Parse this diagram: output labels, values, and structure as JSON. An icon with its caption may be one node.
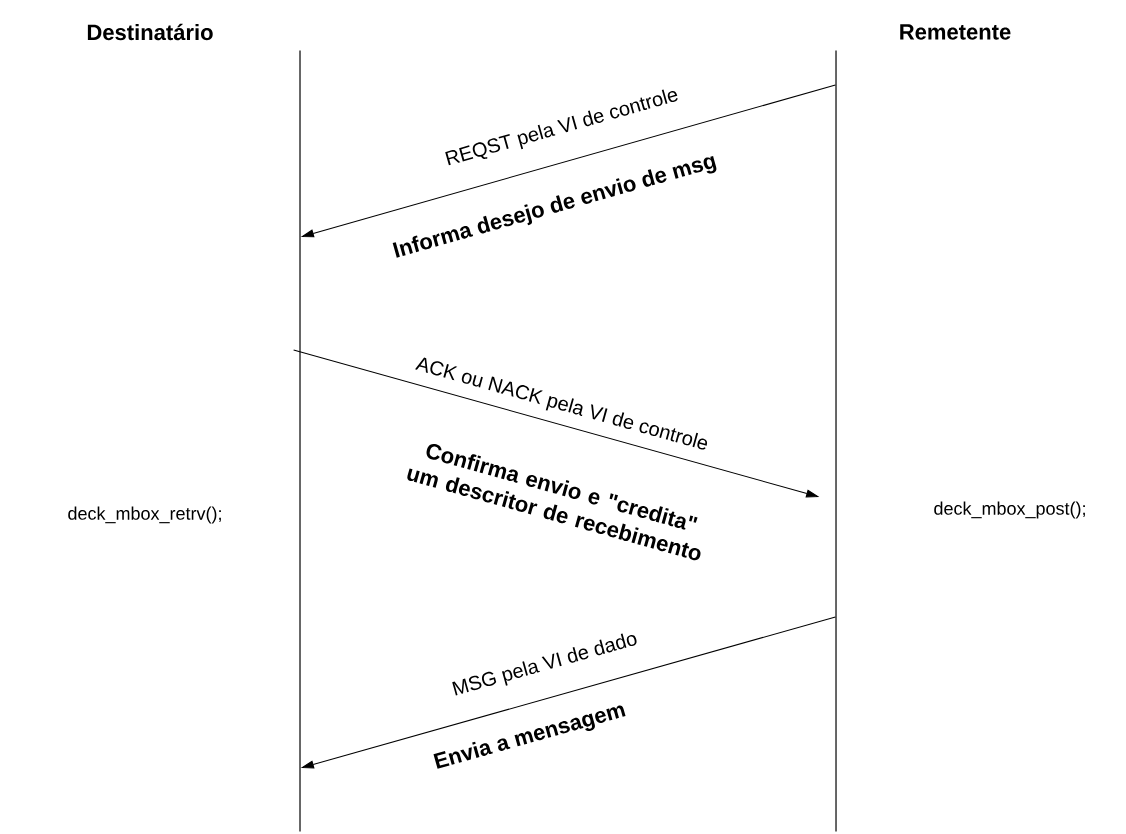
{
  "diagram": {
    "nodes": [
      {
        "text": [
          "Destinatário"
        ]
      },
      {
        "text": [
          "Remetente"
        ]
      },
      {
        "text": [],
        "shape": "bar"
      },
      {
        "text": [],
        "shape": "bar"
      }
    ],
    "edges": [
      {
        "from": 3,
        "to": 2,
        "arrow": "to",
        "label": "REQST pela VI de controle"
      },
      {
        "from": 2,
        "to": 3,
        "arrow": "to",
        "label": "ACK ou NACK pela VI de controle"
      },
      {
        "from": 3,
        "to": 2,
        "arrow": "to",
        "label": "MSG pela VI de dado"
      }
    ],
    "labels": [
      "Informa desejo de envio de msg",
      "Confirma envio e \"credita\" um descritor de recebimento",
      "Envia a mensagem",
      "deck_mbox_retrv();",
      "deck_mbox_post();"
    ]
  }
}
